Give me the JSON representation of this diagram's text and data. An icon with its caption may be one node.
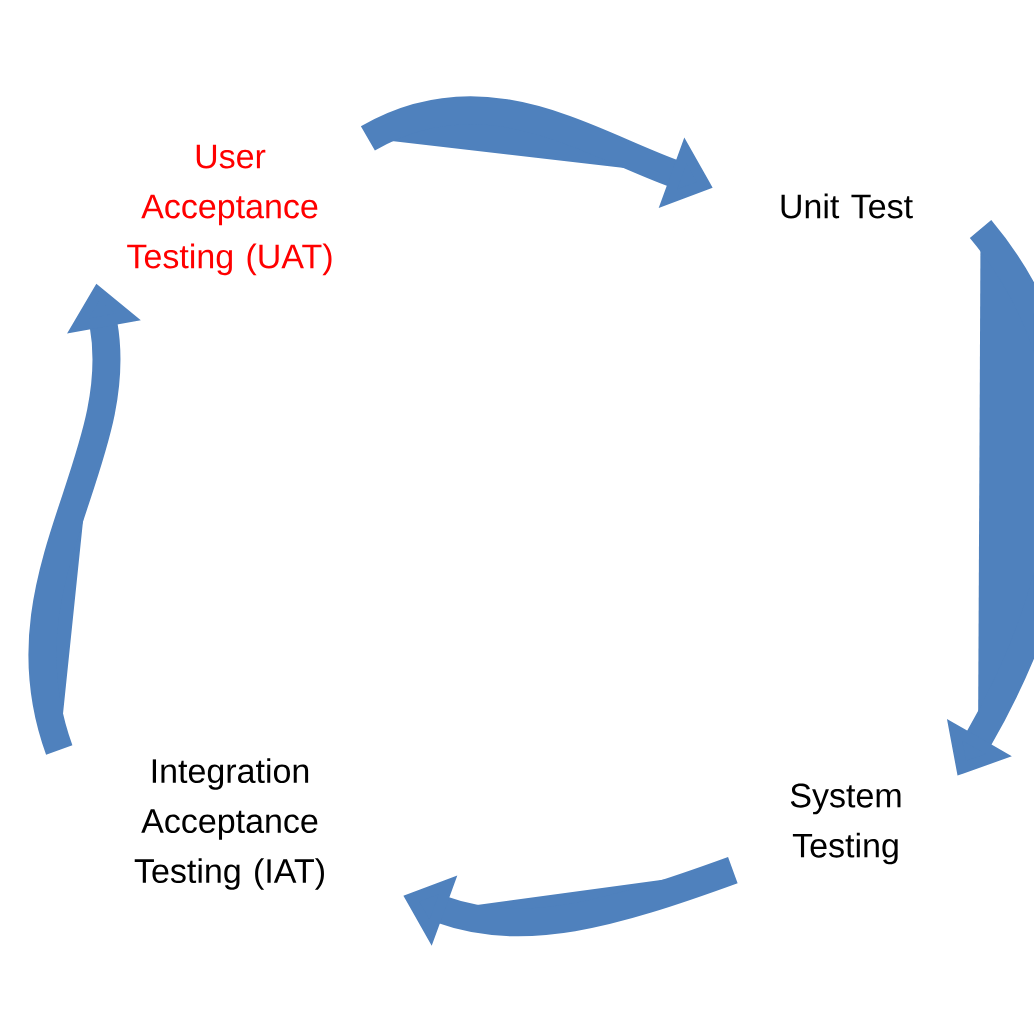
{
  "diagram": {
    "nodes": [
      {
        "text": [
          "User Acceptance Testing (UAT)"
        ]
      },
      {
        "text": [
          "Unit Test"
        ]
      },
      {
        "text": [
          "System Testing"
        ]
      },
      {
        "text": [
          "Integration Acceptance Testing (IAT)"
        ]
      }
    ],
    "edges": [
      {
        "from": 0,
        "to": 1,
        "arrow": "to"
      },
      {
        "from": 1,
        "to": 2,
        "arrow": "to"
      },
      {
        "from": 2,
        "to": 3,
        "arrow": "to"
      },
      {
        "from": 3,
        "to": 0,
        "arrow": "to"
      }
    ]
  }
}
